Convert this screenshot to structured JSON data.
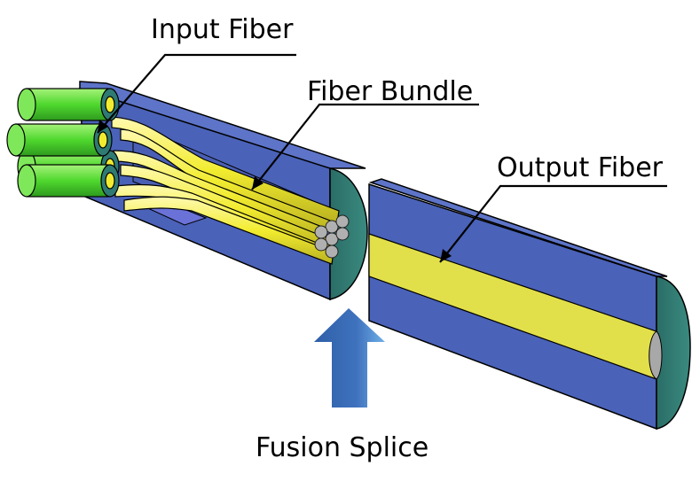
{
  "labels": {
    "input_fiber": "Input Fiber",
    "fiber_bundle": "Fiber Bundle",
    "output_fiber": "Output Fiber",
    "fusion_splice": "Fusion Splice"
  },
  "colors": {
    "jacket_blue": "#4a62b8",
    "jacket_top": "#5d74c8",
    "end_face": "#2f7a72",
    "input_green": "#5ee03a",
    "bundle_yellow": "#f5ef3a",
    "core_yellow": "#e2e04a",
    "core_gray": "#a8a8a8",
    "arrow_blue": "#3f68b0",
    "outline": "#000000"
  }
}
